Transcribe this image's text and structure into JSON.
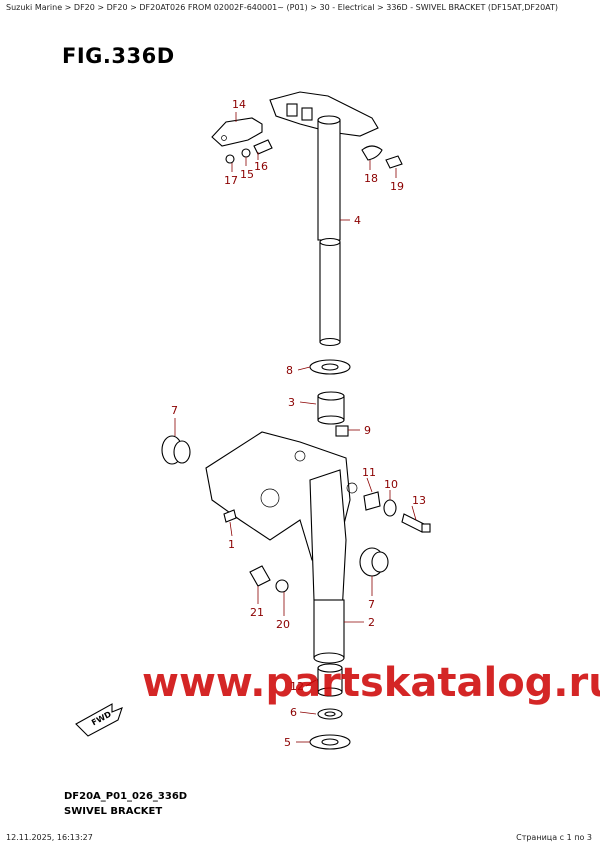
{
  "breadcrumb": "Suzuki Marine > DF20 > DF20 > DF20AT026 FROM 02002F-640001~ (P01) > 30 - Electrical > 336D - SWIVEL BRACKET (DF15AT,DF20AT)",
  "figure_title": "FIG.336D",
  "callouts": {
    "c14": "14",
    "c16": "16",
    "c17": "17",
    "c15": "15",
    "c18": "18",
    "c19": "19",
    "c4": "4",
    "c8": "8",
    "c3": "3",
    "c9": "9",
    "c7a": "7",
    "c11": "11",
    "c10": "10",
    "c13": "13",
    "c1": "1",
    "c7b": "7",
    "c21": "21",
    "c20": "20",
    "c2": "2",
    "c12": "12",
    "c6": "6",
    "c5": "5"
  },
  "fwd_label": "FWD",
  "watermark": "www.partskatalog.ru",
  "footer": {
    "code": "DF20A_P01_026_336D",
    "name": "SWIVEL BRACKET"
  },
  "timestamp": "12.11.2025, 16:13:27",
  "page": "Страница с 1 по 3"
}
